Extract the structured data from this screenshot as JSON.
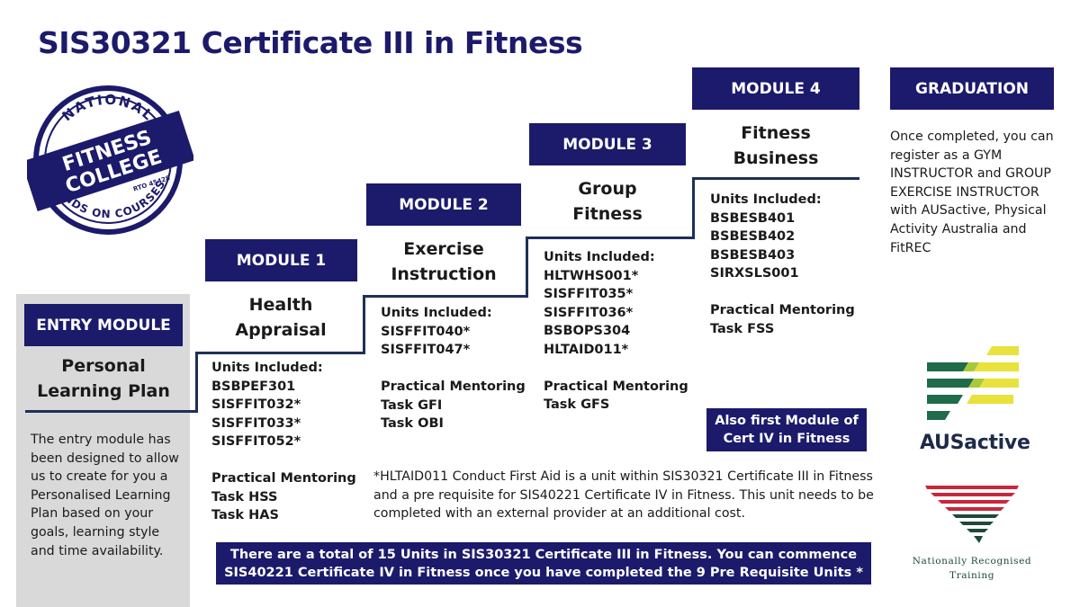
{
  "title": "SIS30321 Certificate III in Fitness",
  "logo": {
    "arc_top": "NATIONAL",
    "line1": "FITNESS",
    "line2": "COLLEGE",
    "rto": "RTO 45428",
    "arc_bottom": "HANDS ON COURSES"
  },
  "entry": {
    "label": "ENTRY MODULE",
    "name_line1": "Personal",
    "name_line2": "Learning Plan",
    "description": "The entry module has been designed to allow us to create for you a Personalised Learning Plan based on your goals, learning style and time availability."
  },
  "modules": [
    {
      "label": "MODULE 1",
      "name_line1": "Health",
      "name_line2": "Appraisal",
      "units_heading": "Units Included:",
      "units": [
        "BSBPEF301",
        "SISFFIT032*",
        "SISFFIT033*",
        "SISFFIT052*"
      ],
      "mentoring": "Practical Mentoring",
      "tasks": [
        "Task HSS",
        "Task HAS"
      ]
    },
    {
      "label": "MODULE 2",
      "name_line1": "Exercise",
      "name_line2": "Instruction",
      "units_heading": "Units Included:",
      "units": [
        "SISFFIT040*",
        "SISFFIT047*"
      ],
      "mentoring": "Practical Mentoring",
      "tasks": [
        "Task GFI",
        "Task OBI"
      ]
    },
    {
      "label": "MODULE 3",
      "name_line1": "Group",
      "name_line2": "Fitness",
      "units_heading": "Units Included:",
      "units": [
        "HLTWHS001*",
        "SISFFIT035*",
        "SISFFIT036*",
        "BSBOPS304",
        "HLTAID011*"
      ],
      "mentoring": "Practical Mentoring",
      "tasks": [
        "Task GFS"
      ]
    },
    {
      "label": "MODULE 4",
      "name_line1": "Fitness",
      "name_line2": "Business",
      "units_heading": "Units Included:",
      "units": [
        "BSBESB401",
        "BSBESB402",
        "BSBESB403",
        "SIRXSLS001"
      ],
      "mentoring": "Practical Mentoring",
      "tasks": [
        "Task FSS"
      ]
    }
  ],
  "cert4_note": {
    "line1": "Also first Module of",
    "line2": "Cert IV in Fitness"
  },
  "graduation": {
    "label": "GRADUATION",
    "text": "Once completed, you can register as a GYM INSTRUCTOR and GROUP EXERCISE INSTRUCTOR with AUSactive, Physical Activity Australia and FitREC"
  },
  "footnote": "*HLTAID011 Conduct First Aid is a unit within SIS30321 Certificate III in Fitness and a pre requisite for SIS40221 Certificate IV in Fitness. This unit needs to be completed with an external provider at an additional cost.",
  "total": {
    "line1": "There are a total of 15 Units in SIS30321 Certificate III in Fitness.  You can commence",
    "line2": "SIS40221 Certificate IV in Fitness once you have completed the 9 Pre Requisite Units *"
  },
  "ausactive": {
    "name": "AUSactive"
  },
  "nrt": {
    "line1": "Nationally Recognised",
    "line2": "Training"
  },
  "colors": {
    "navy": "#1c1a6b",
    "step_line": "#1e3057",
    "entry_bg": "#d9d9d9",
    "aus_green": "#1f6b4a",
    "aus_yellow": "#e8e23c",
    "nrt_red": "#c8283a",
    "nrt_green": "#1d4a3a"
  }
}
